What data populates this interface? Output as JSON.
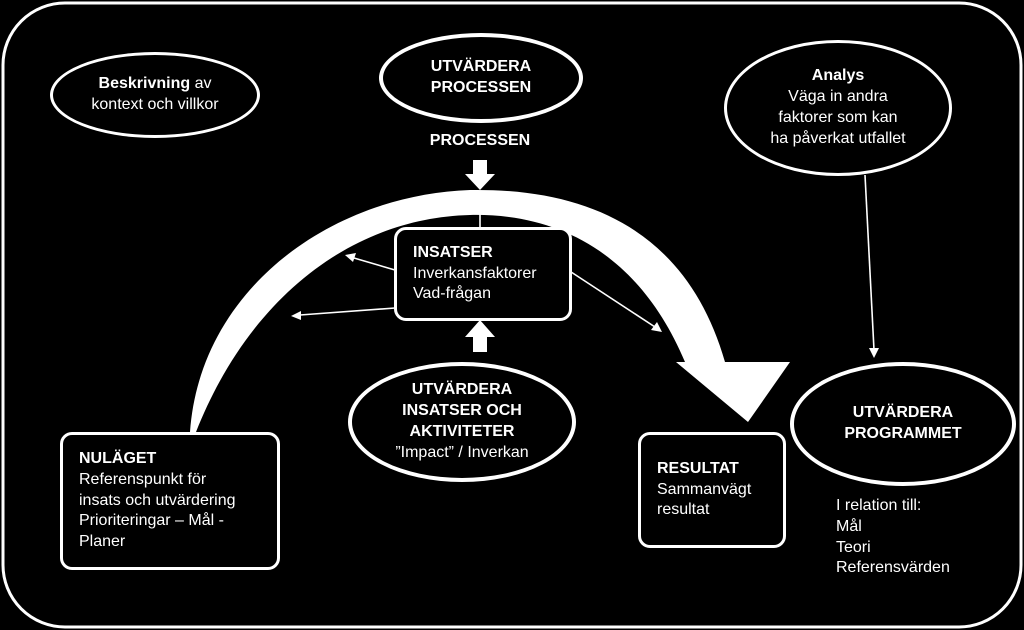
{
  "beskrivning": {
    "bold": "Beskrivning",
    "rest": " av",
    "line2": "kontext och villkor"
  },
  "utvardera_processen": {
    "line1": "UTVÄRDERA",
    "line2": "PROCESSEN"
  },
  "processen_label": "PROCESSEN",
  "analys": {
    "title": "Analys",
    "lines": [
      "Väga in andra",
      "faktorer som kan",
      "ha påverkat utfallet"
    ]
  },
  "insatser": {
    "title": "INSATSER",
    "lines": [
      "Inverkansfaktorer",
      "Vad-frågan"
    ]
  },
  "utvardera_insatser": {
    "lines": [
      "UTVÄRDERA",
      "INSATSER OCH",
      "AKTIVITETER"
    ],
    "sub": "”Impact” / Inverkan"
  },
  "nulaget": {
    "title": "NULÄGET",
    "lines": [
      "Referenspunkt för",
      "insats och utvärdering",
      "Prioriteringar – Mål -",
      "Planer"
    ]
  },
  "resultat": {
    "title": "RESULTAT",
    "lines": [
      "Sammanvägt",
      "resultat"
    ]
  },
  "utvardera_programmet": {
    "line1": "UTVÄRDERA",
    "line2": "PROGRAMMET"
  },
  "i_relation": {
    "title": "I relation till:",
    "lines": [
      "Mål",
      "Teori",
      "Referensvärden"
    ]
  }
}
